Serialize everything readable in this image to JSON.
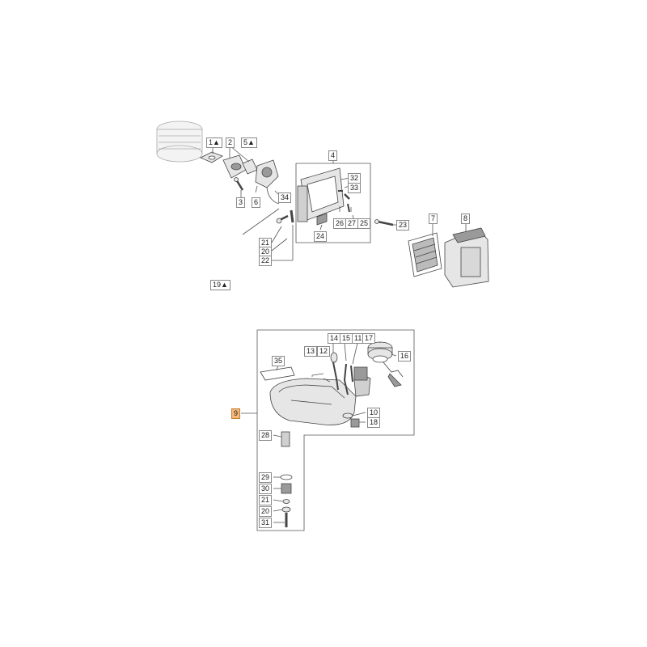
{
  "callouts": {
    "c1": "1▲",
    "c2": "2",
    "c5": "5▲",
    "c3": "3",
    "c6": "6",
    "c34": "34",
    "c4": "4",
    "c32": "32",
    "c33": "33",
    "c26": "26",
    "c27": "27",
    "c25": "25",
    "c24": "24",
    "c23": "23",
    "c7": "7",
    "c8": "8",
    "c21a": "21",
    "c20a": "20",
    "c22": "22",
    "c19": "19▲",
    "c14": "14",
    "c15": "15",
    "c11": "11",
    "c17": "17",
    "c13": "13",
    "c12": "12",
    "c16": "16",
    "c35": "35",
    "c10": "10",
    "c18": "18",
    "c9": "9",
    "c28": "28",
    "c29": "29",
    "c30": "30",
    "c21b": "21",
    "c20b": "20",
    "c31": "31"
  },
  "colors": {
    "line": "#444444",
    "part_fill": "#e6e6e6",
    "part_dark": "#9a9a9a",
    "highlight": "#f5b97a"
  }
}
